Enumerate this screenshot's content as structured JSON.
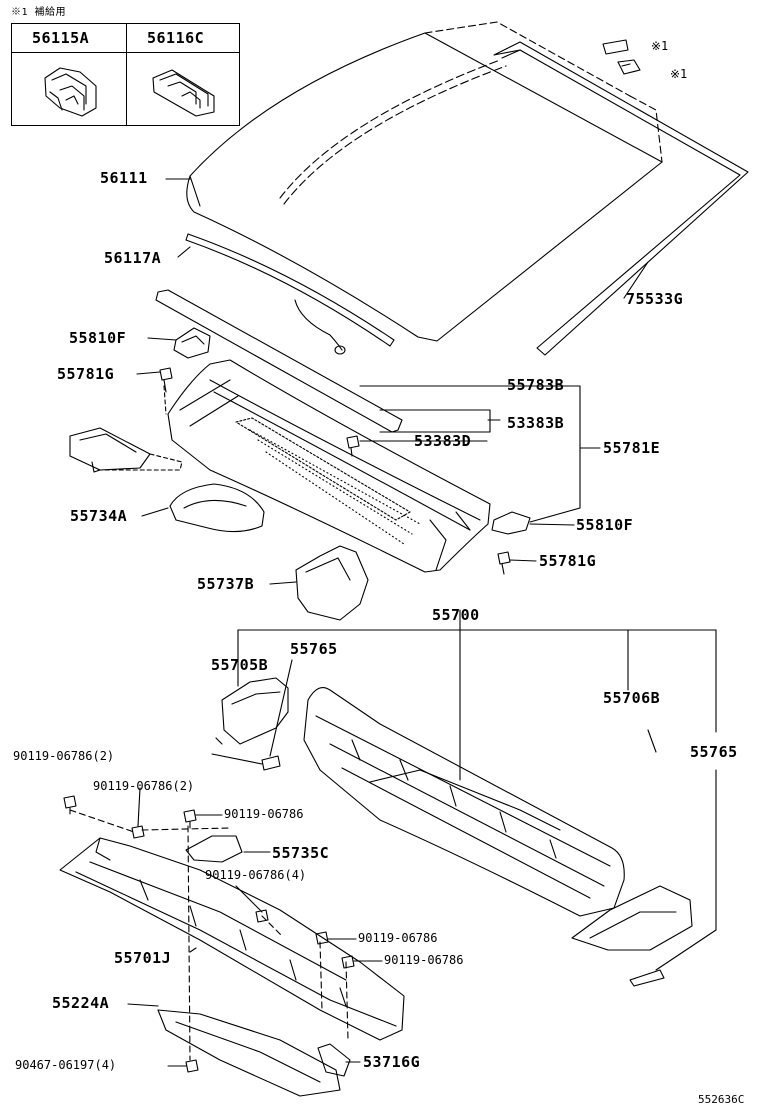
{
  "note": "※1 補給用",
  "mark_ref": "※1",
  "diagram_id": "552636C",
  "inset": {
    "left_part": "56115A",
    "right_part": "56116C"
  },
  "labels": {
    "p56111": "56111",
    "p56117A": "56117A",
    "p75533G": "75533G",
    "p55810F_top": "55810F",
    "p55781G_top": "55781G",
    "p55783B": "55783B",
    "p53383B": "53383B",
    "p53383D": "53383D",
    "p55781E": "55781E",
    "p55734A": "55734A",
    "p55810F_right": "55810F",
    "p55781G_right": "55781G",
    "p55737B": "55737B",
    "p55700": "55700",
    "p55705B": "55705B",
    "p55765_top": "55765",
    "p55706B": "55706B",
    "p55765_right": "55765",
    "b1": "90119-06786(2)",
    "b2": "90119-06786(2)",
    "b3": "90119-06786",
    "p55735C": "55735C",
    "b4": "90119-06786(4)",
    "b5": "90119-06786",
    "b6": "90119-06786",
    "p55701J": "55701J",
    "p55224A": "55224A",
    "b7": "90467-06197(4)",
    "p53716G": "53716G"
  }
}
